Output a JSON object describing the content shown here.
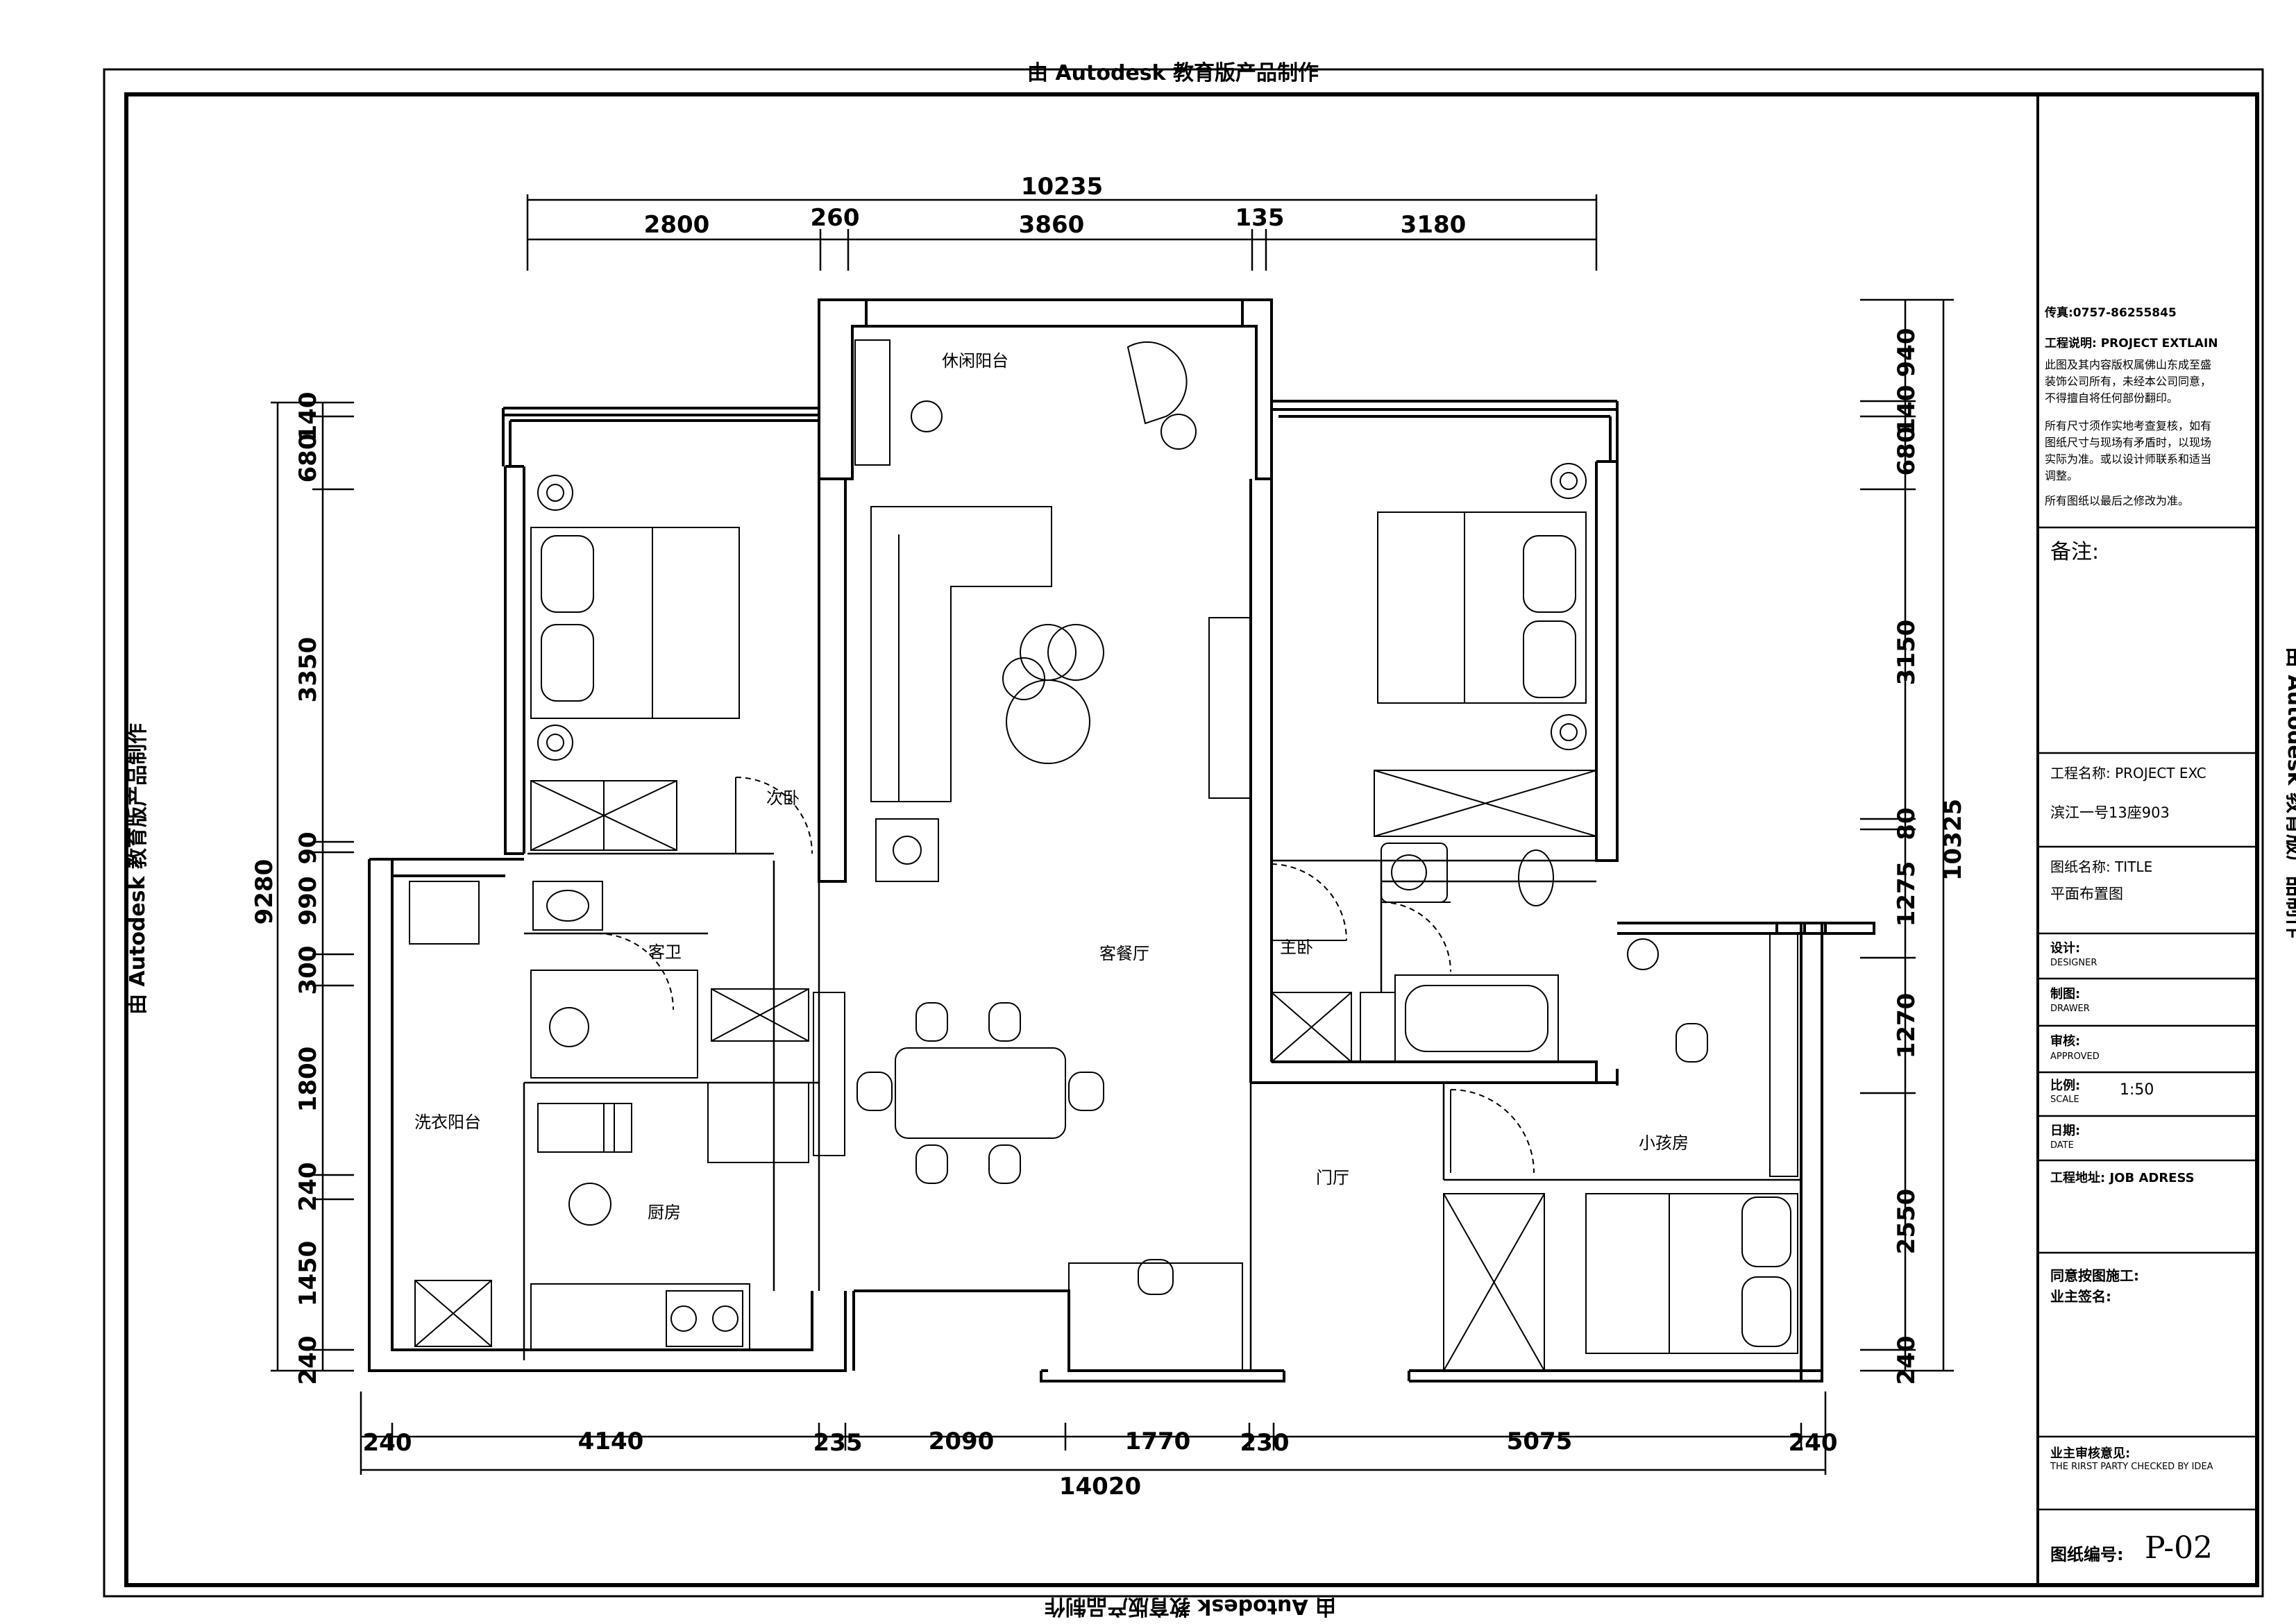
{
  "watermark": "由 Autodesk 教育版产品制作",
  "rooms": {
    "leisure_balcony": "休闲阳台",
    "second_bedroom": "次卧",
    "guest_bath": "客卫",
    "living_dining": "客餐厅",
    "master_bedroom": "主卧",
    "laundry_balcony": "洗衣阳台",
    "kitchen": "厨房",
    "foyer": "门厅",
    "kids_room": "小孩房"
  },
  "dimensions": {
    "top_total": "10235",
    "top": [
      "2800",
      "260",
      "3860",
      "135",
      "3180"
    ],
    "bottom_total": "14020",
    "bottom": [
      "240",
      "4140",
      "235",
      "2090",
      "1770",
      "230",
      "5075",
      "240"
    ],
    "left_total": "9280",
    "left": [
      "140",
      "680",
      "3350",
      "90",
      "990",
      "300",
      "1800",
      "240",
      "1450",
      "240"
    ],
    "right_total": "10325",
    "right": [
      "940",
      "140",
      "680",
      "3150",
      "80",
      "1275",
      "1270",
      "2550",
      "240"
    ]
  },
  "title_block": {
    "fax": "传真:0757-86255845",
    "explain_label": "工程说明:  PROJECT EXTLAIN",
    "note1": [
      "此图及其内容版权属佛山东成至盛",
      "装饰公司所有，未经本公司同意，",
      "不得擅自将任何部份翻印。"
    ],
    "note2": [
      "所有尺寸须作实地考查复核，如有",
      "图纸尺寸与现场有矛盾时，以现场",
      "实际为准。或以设计师联系和适当",
      "调整。"
    ],
    "note3": "所有图纸以最后之修改为准。",
    "remarks": "备注:",
    "project_name_label": "工程名称: PROJECT EXC",
    "project_name": "滨江一号13座903",
    "drawing_name_label": "图纸名称: TITLE",
    "drawing_name": "平面布置图",
    "designer_label": "设计:",
    "designer_en": "DESIGNER",
    "drawn_label": "制图:",
    "drawn_en": "DRAWER",
    "approved_label": "审核:",
    "approved_en": "APPROVED",
    "scale_label": "比例:",
    "scale_en": "SCALE",
    "scale_value": "1:50",
    "date_label": "日期:",
    "date_en": "DATE",
    "address_label": "工程地址:  JOB ADRESS",
    "agree_label": "同意按图施工:",
    "owner_sign": "业主签名:",
    "owner_review": "业主审核意见:",
    "owner_review_en": "THE RIRST PARTY CHECKED BY IDEA",
    "drawing_no_label": "图纸编号:",
    "drawing_no": "P-02"
  }
}
